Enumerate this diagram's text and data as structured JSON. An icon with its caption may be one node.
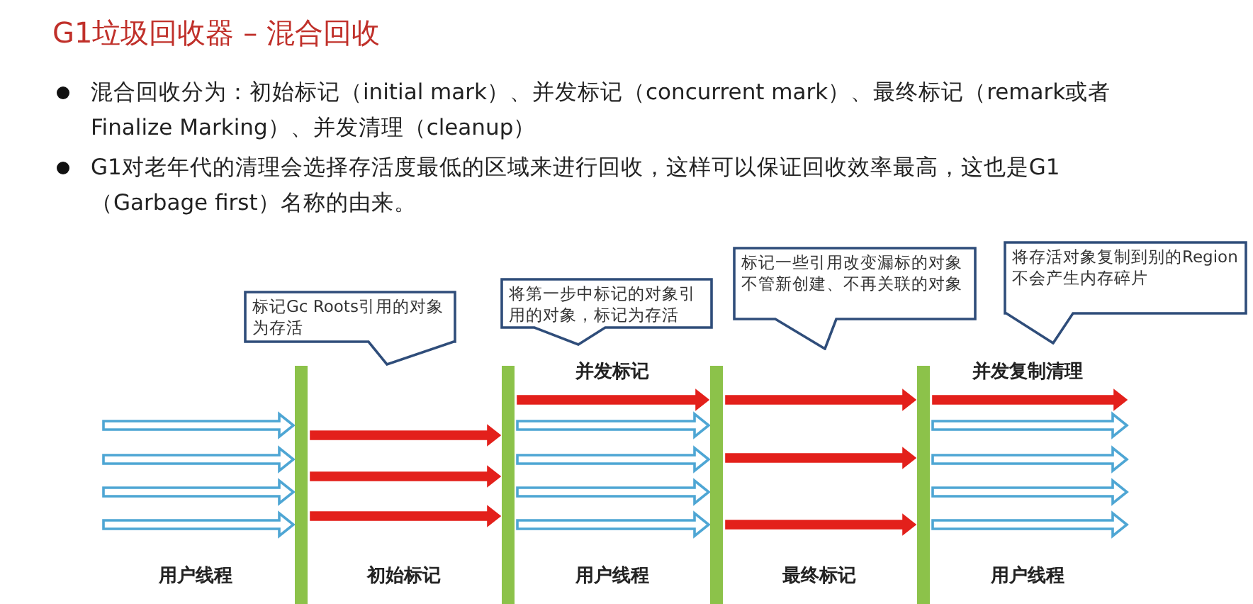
{
  "diagram": {
    "title": "G1垃圾回收器 – 混合回收",
    "nodes": [
      {
        "text": [
          "标记Gc Roots引用的对象为存活"
        ]
      },
      {
        "text": [
          "将第一步中标记的对象引用的对象，标记为存活"
        ]
      },
      {
        "text": [
          "标记一些引用改变漏标的对象不管新创建、不再关联的对象"
        ]
      },
      {
        "text": [
          "将存活对象复制到别的Region不会产生内存碎片"
        ]
      },
      {
        "text": [],
        "shape": "bar"
      },
      {
        "text": [],
        "shape": "bar"
      },
      {
        "text": [],
        "shape": "bar"
      },
      {
        "text": [],
        "shape": "bar"
      }
    ],
    "edges": [
      {
        "from": null,
        "to": 4,
        "arrow": "to"
      },
      {
        "from": null,
        "to": 4,
        "arrow": "to"
      },
      {
        "from": null,
        "to": 4,
        "arrow": "to"
      },
      {
        "from": null,
        "to": 4,
        "arrow": "to"
      },
      {
        "from": 4,
        "to": 5,
        "arrow": "to",
        "color": "#e3201b"
      },
      {
        "from": 4,
        "to": 5,
        "arrow": "to",
        "color": "#e3201b"
      },
      {
        "from": 4,
        "to": 5,
        "arrow": "to",
        "color": "#e3201b"
      },
      {
        "from": 5,
        "to": 6,
        "arrow": "to",
        "color": "#e3201b"
      },
      {
        "from": 5,
        "to": 6,
        "arrow": "to"
      },
      {
        "from": 5,
        "to": 6,
        "arrow": "to"
      },
      {
        "from": 5,
        "to": 6,
        "arrow": "to"
      },
      {
        "from": 5,
        "to": 6,
        "arrow": "to"
      },
      {
        "from": 6,
        "to": 7,
        "arrow": "to",
        "color": "#e3201b"
      },
      {
        "from": 6,
        "to": 7,
        "arrow": "to",
        "color": "#e3201b"
      },
      {
        "from": 6,
        "to": 7,
        "arrow": "to",
        "color": "#e3201b"
      },
      {
        "from": 7,
        "to": null,
        "arrow": "to",
        "color": "#e3201b"
      },
      {
        "from": 7,
        "to": null,
        "arrow": "to"
      },
      {
        "from": 7,
        "to": null,
        "arrow": "to"
      },
      {
        "from": 7,
        "to": null,
        "arrow": "to"
      },
      {
        "from": 7,
        "to": null,
        "arrow": "to"
      }
    ],
    "labels": [
      "混合回收分为：初始标记（initial mark）、并发标记（concurrent mark）、最终标记（remark或者Finalize Marking）、并发清理（cleanup）",
      "G1对老年代的清理会选择存活度最低的区域来进行回收，这样可以保证回收效率最高，这也是G1（Garbage first）名称的由来。",
      "并发标记",
      "并发复制清理",
      "用户线程",
      "初始标记",
      "用户线程",
      "最终标记",
      "用户线程"
    ]
  }
}
